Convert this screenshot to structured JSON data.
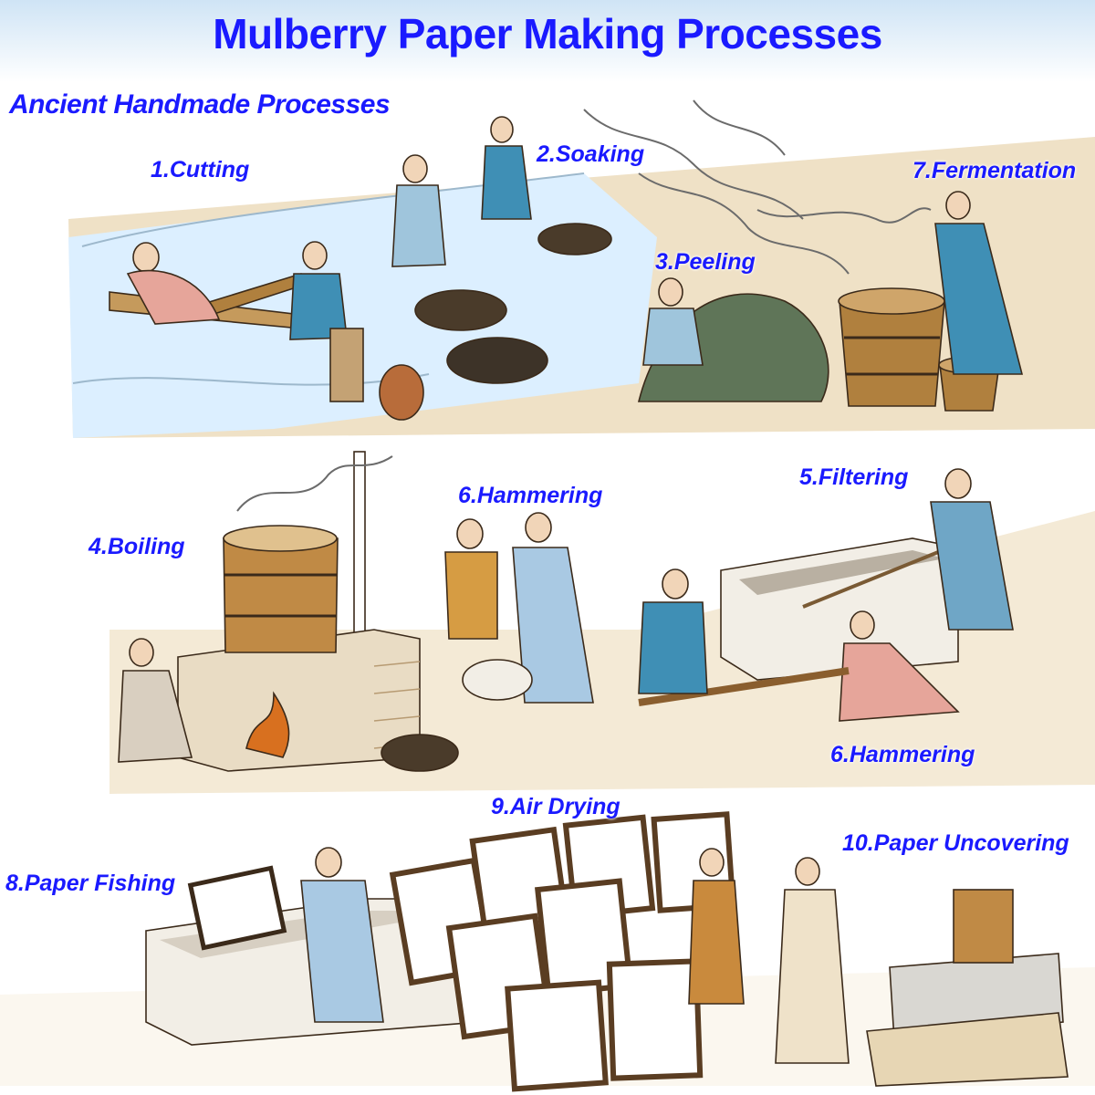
{
  "title": "Mulberry Paper Making Processes",
  "subtitle": "Ancient Handmade Processes",
  "colors": {
    "label": "#1a1aff",
    "river": "#dcefff",
    "ground": "#efe1c6",
    "wood": "#b0803e",
    "robe_blue": "#3f8fb5",
    "robe_pink": "#e6a59a",
    "robe_tan": "#d69c43"
  },
  "steps": [
    {
      "id": "cutting",
      "label": "1.Cutting"
    },
    {
      "id": "soaking",
      "label": "2.Soaking"
    },
    {
      "id": "peeling",
      "label": "3.Peeling"
    },
    {
      "id": "fermentation",
      "label": "7.Fermentation"
    },
    {
      "id": "boiling",
      "label": "4.Boiling"
    },
    {
      "id": "hammering-1",
      "label": "6.Hammering"
    },
    {
      "id": "filtering",
      "label": "5.Filtering"
    },
    {
      "id": "hammering-2",
      "label": "6.Hammering"
    },
    {
      "id": "air-drying",
      "label": "9.Air Drying"
    },
    {
      "id": "paper-fishing",
      "label": "8.Paper Fishing"
    },
    {
      "id": "paper-uncovering",
      "label": "10.Paper Uncovering"
    }
  ]
}
